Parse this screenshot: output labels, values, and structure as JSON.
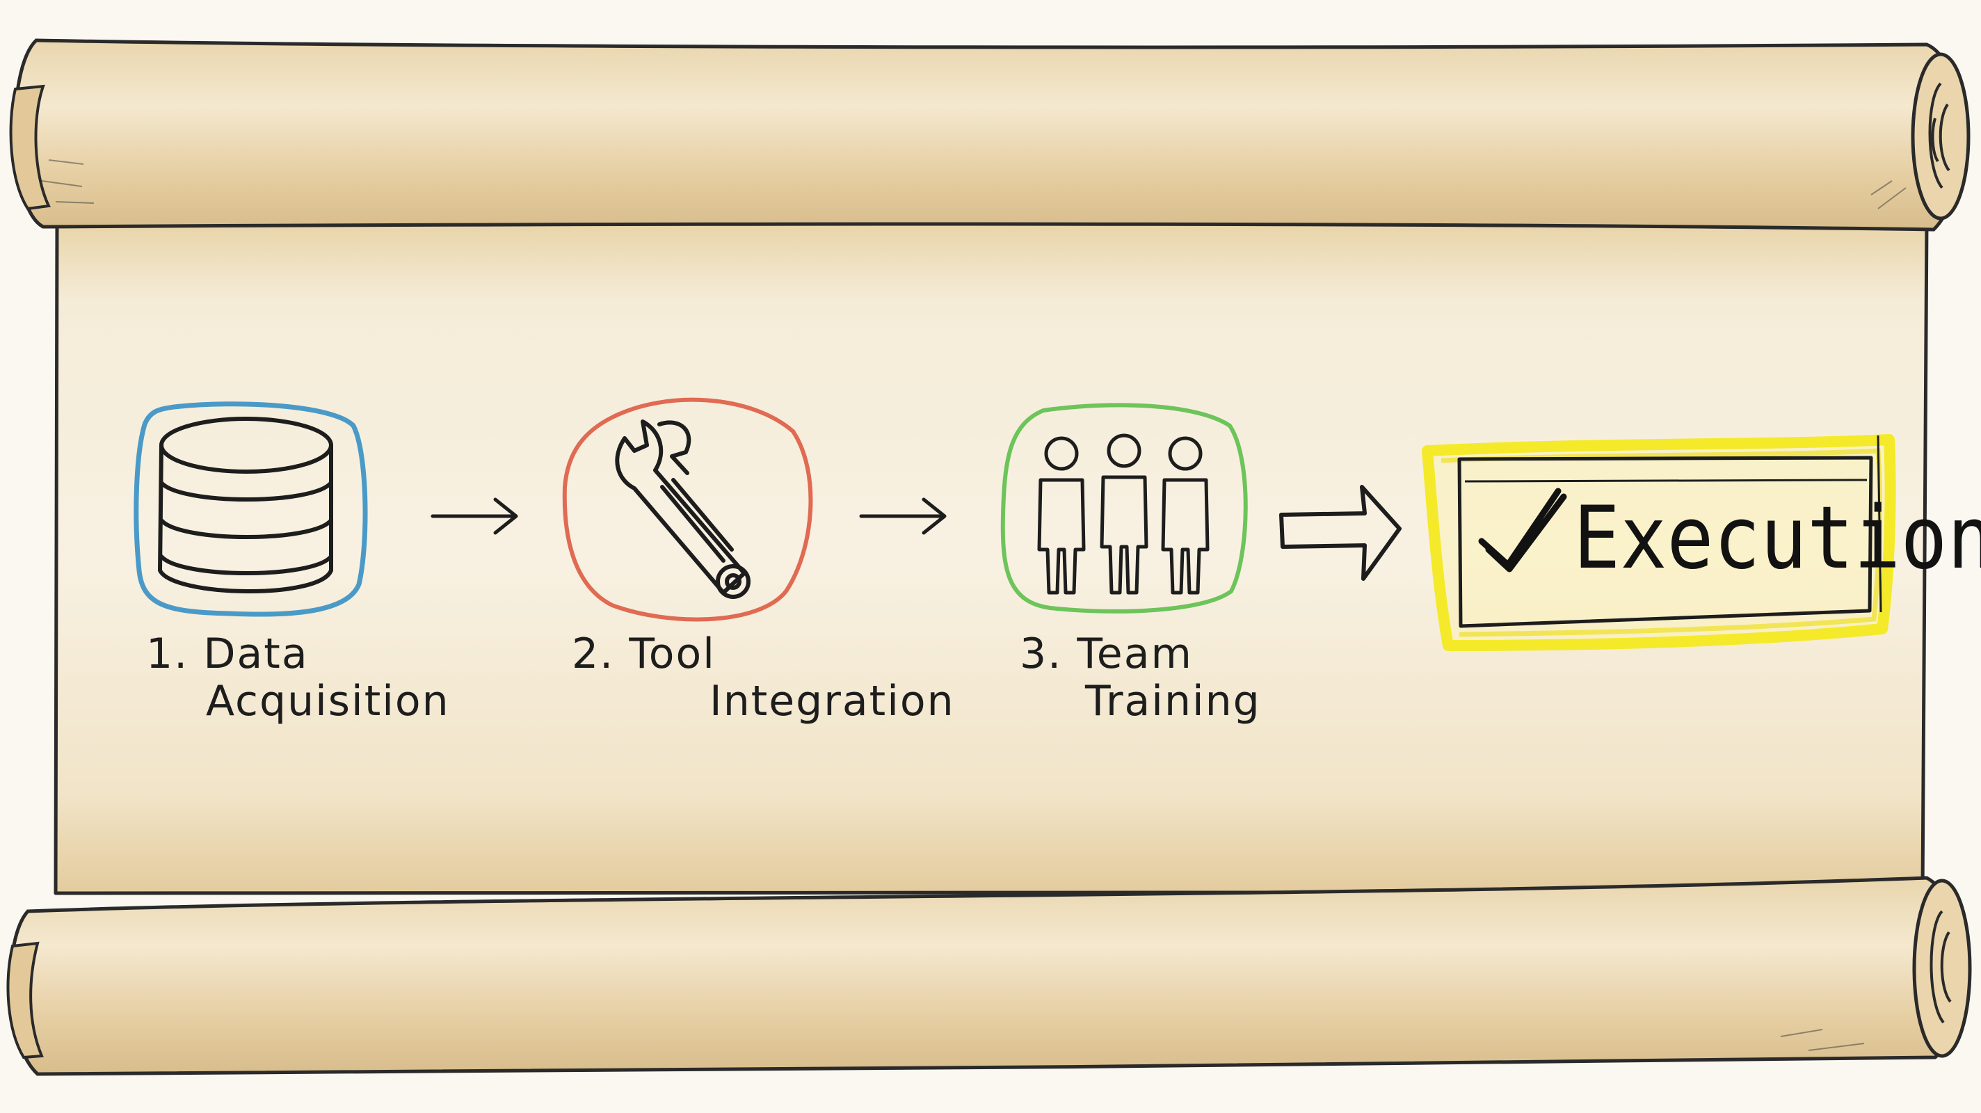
{
  "colors": {
    "parchment": "#f1e6cc",
    "parchment_shadow": "#d9c39a",
    "ink": "#1d1d1d",
    "data_ring": "#4a9ac8",
    "tool_ring": "#e06a52",
    "team_ring": "#6cc45a",
    "execution_highlight": "#f4ea2a"
  },
  "steps": [
    {
      "line1": "1. Data",
      "line2": "Acquisition",
      "icon": "database-icon"
    },
    {
      "line1": "2. Tool",
      "line2": "Integration",
      "icon": "wrench-icon"
    },
    {
      "line1": "3. Team",
      "line2": "Training",
      "icon": "team-icon"
    }
  ],
  "execution": {
    "label": "Execution",
    "icon": "checkmark-icon"
  }
}
